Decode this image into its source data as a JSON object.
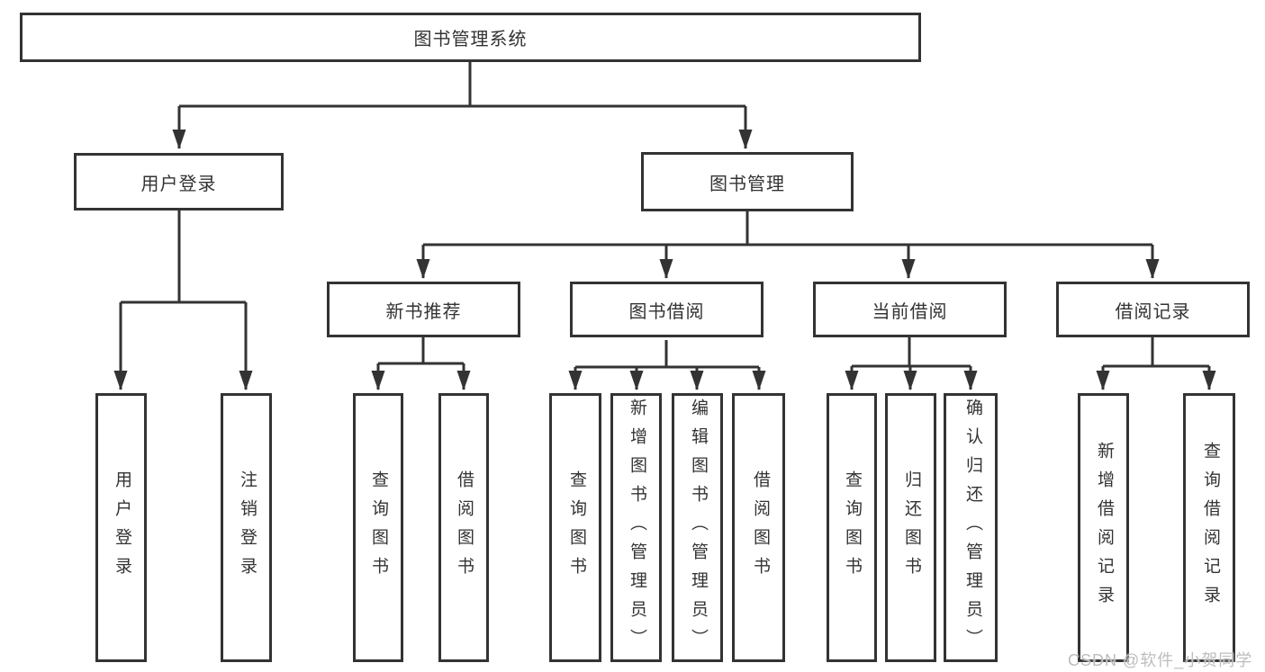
{
  "diagram": {
    "watermark": "CSDN @软件_小贺同学",
    "colors": {
      "line": "#333333",
      "box_border": "#333333",
      "text": "#333333",
      "background": "#ffffff",
      "watermark": "#bdbdbd"
    },
    "tree": {
      "root": {
        "label": "图书管理系统",
        "children": [
          {
            "label": "用户登录",
            "children": [
              {
                "label": "用户登录"
              },
              {
                "label": "注销登录"
              }
            ]
          },
          {
            "label": "图书管理",
            "children": [
              {
                "label": "新书推荐",
                "children": [
                  {
                    "label": "查询图书"
                  },
                  {
                    "label": "借阅图书"
                  }
                ]
              },
              {
                "label": "图书借阅",
                "children": [
                  {
                    "label": "查询图书"
                  },
                  {
                    "label": "新增图书（管理员）"
                  },
                  {
                    "label": "编辑图书（管理员）"
                  },
                  {
                    "label": "借阅图书"
                  }
                ]
              },
              {
                "label": "当前借阅",
                "children": [
                  {
                    "label": "查询图书"
                  },
                  {
                    "label": "归还图书"
                  },
                  {
                    "label": "确认归还（管理员）"
                  }
                ]
              },
              {
                "label": "借阅记录",
                "children": [
                  {
                    "label": "新增借阅记录"
                  },
                  {
                    "label": "查询借阅记录"
                  }
                ]
              }
            ]
          }
        ]
      }
    }
  }
}
